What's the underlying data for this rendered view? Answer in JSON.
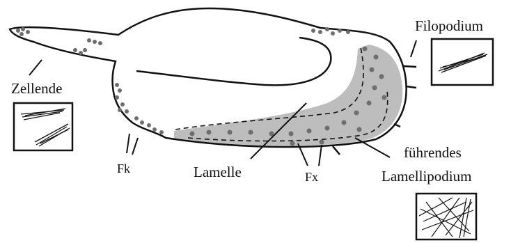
{
  "labels": {
    "filopodium": "Filopodium",
    "zellende": "Zellende",
    "fk": "Fk",
    "lamelle": "Lamelle",
    "fx": "Fx",
    "fuehrendes": "führendes",
    "lamellipodium": "Lamellipodium"
  },
  "colors": {
    "outline": "#111111",
    "lamellipodium_shade": "#bdbdbd",
    "adhesion_dots": "#6e6e6e",
    "background": "#ffffff"
  }
}
